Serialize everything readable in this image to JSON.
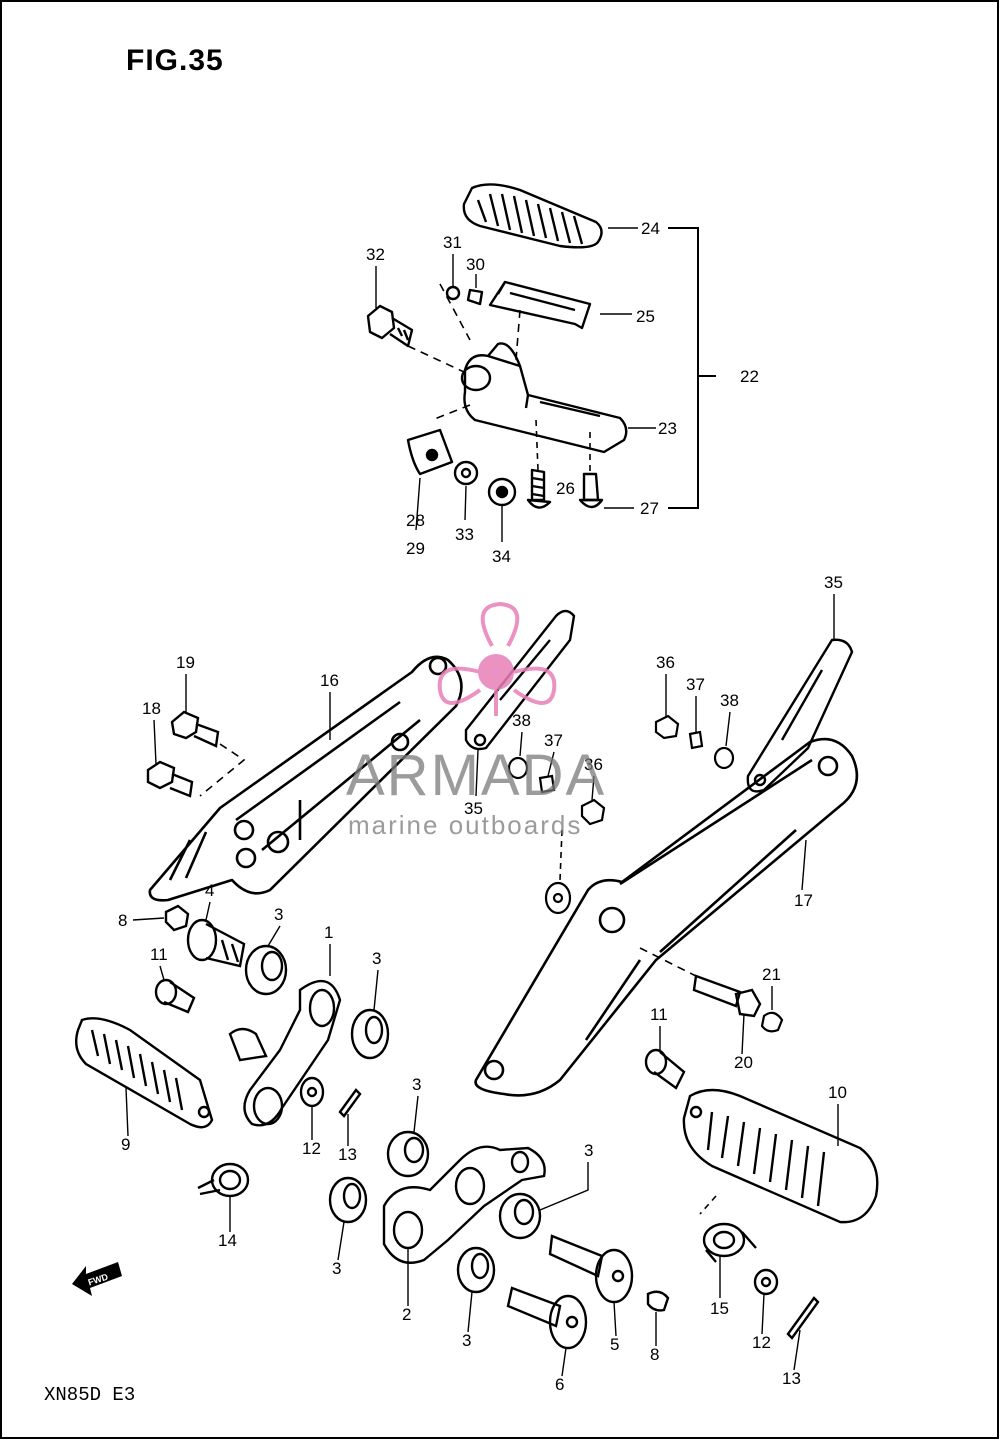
{
  "figure": {
    "title": "FIG.35",
    "model": "XN85D  E3",
    "fwd_label": "FWD"
  },
  "watermark": {
    "brand": "ARMADA",
    "subtitle": "marine outboards",
    "logo_color": "#e87fb8",
    "text_color": "#7a7a7a"
  },
  "callouts": [
    {
      "id": "c24",
      "text": "24"
    },
    {
      "id": "c31",
      "text": "31"
    },
    {
      "id": "c30",
      "text": "30"
    },
    {
      "id": "c32",
      "text": "32"
    },
    {
      "id": "c25",
      "text": "25"
    },
    {
      "id": "c22",
      "text": "22"
    },
    {
      "id": "c23",
      "text": "23"
    },
    {
      "id": "c26",
      "text": "26"
    },
    {
      "id": "c27",
      "text": "27"
    },
    {
      "id": "c28",
      "text": "28"
    },
    {
      "id": "c29",
      "text": "29"
    },
    {
      "id": "c33",
      "text": "33"
    },
    {
      "id": "c34",
      "text": "34"
    },
    {
      "id": "c35a",
      "text": "35"
    },
    {
      "id": "c19",
      "text": "19"
    },
    {
      "id": "c16",
      "text": "16"
    },
    {
      "id": "c18",
      "text": "18"
    },
    {
      "id": "c36a",
      "text": "36"
    },
    {
      "id": "c37a",
      "text": "37"
    },
    {
      "id": "c38a",
      "text": "38"
    },
    {
      "id": "c38b",
      "text": "38"
    },
    {
      "id": "c37b",
      "text": "37"
    },
    {
      "id": "c36b",
      "text": "36"
    },
    {
      "id": "c35b",
      "text": "35"
    },
    {
      "id": "c17",
      "text": "17"
    },
    {
      "id": "c4",
      "text": "4"
    },
    {
      "id": "c8a",
      "text": "8"
    },
    {
      "id": "c3a",
      "text": "3"
    },
    {
      "id": "c1",
      "text": "1"
    },
    {
      "id": "c11a",
      "text": "11"
    },
    {
      "id": "c3b",
      "text": "3"
    },
    {
      "id": "c21",
      "text": "21"
    },
    {
      "id": "c11b",
      "text": "11"
    },
    {
      "id": "c20",
      "text": "20"
    },
    {
      "id": "c10",
      "text": "10"
    },
    {
      "id": "c9",
      "text": "9"
    },
    {
      "id": "c12a",
      "text": "12"
    },
    {
      "id": "c13a",
      "text": "13"
    },
    {
      "id": "c3c",
      "text": "3"
    },
    {
      "id": "c3d",
      "text": "3"
    },
    {
      "id": "c14",
      "text": "14"
    },
    {
      "id": "c3e",
      "text": "3"
    },
    {
      "id": "c2",
      "text": "2"
    },
    {
      "id": "c3f",
      "text": "3"
    },
    {
      "id": "c5",
      "text": "5"
    },
    {
      "id": "c8b",
      "text": "8"
    },
    {
      "id": "c15",
      "text": "15"
    },
    {
      "id": "c12b",
      "text": "12"
    },
    {
      "id": "c13b",
      "text": "13"
    },
    {
      "id": "c6",
      "text": "6"
    }
  ]
}
